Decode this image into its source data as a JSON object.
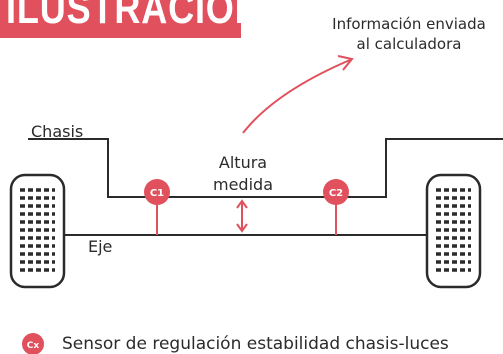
{
  "title": "ILUSTRACIÓN",
  "annotation": {
    "line1": "Información enviada",
    "line2": "al calculadora"
  },
  "labels": {
    "chasis": "Chasis",
    "altura_line1": "Altura",
    "altura_line2": "medida",
    "eje": "Eje"
  },
  "sensors": [
    {
      "id": "C1",
      "label": "C1"
    },
    {
      "id": "C2",
      "label": "C2"
    }
  ],
  "legend": {
    "badge": "Cx",
    "text": "Sensor de regulación estabilidad chasis-luces"
  },
  "colors": {
    "accent": "#e0505d",
    "line": "#2b2b2b",
    "text": "#2b2b2b",
    "background": "#ffffff"
  },
  "icons": [
    "wheel-icon",
    "double-arrow-icon",
    "curved-arrow-icon",
    "sensor-badge-icon"
  ]
}
